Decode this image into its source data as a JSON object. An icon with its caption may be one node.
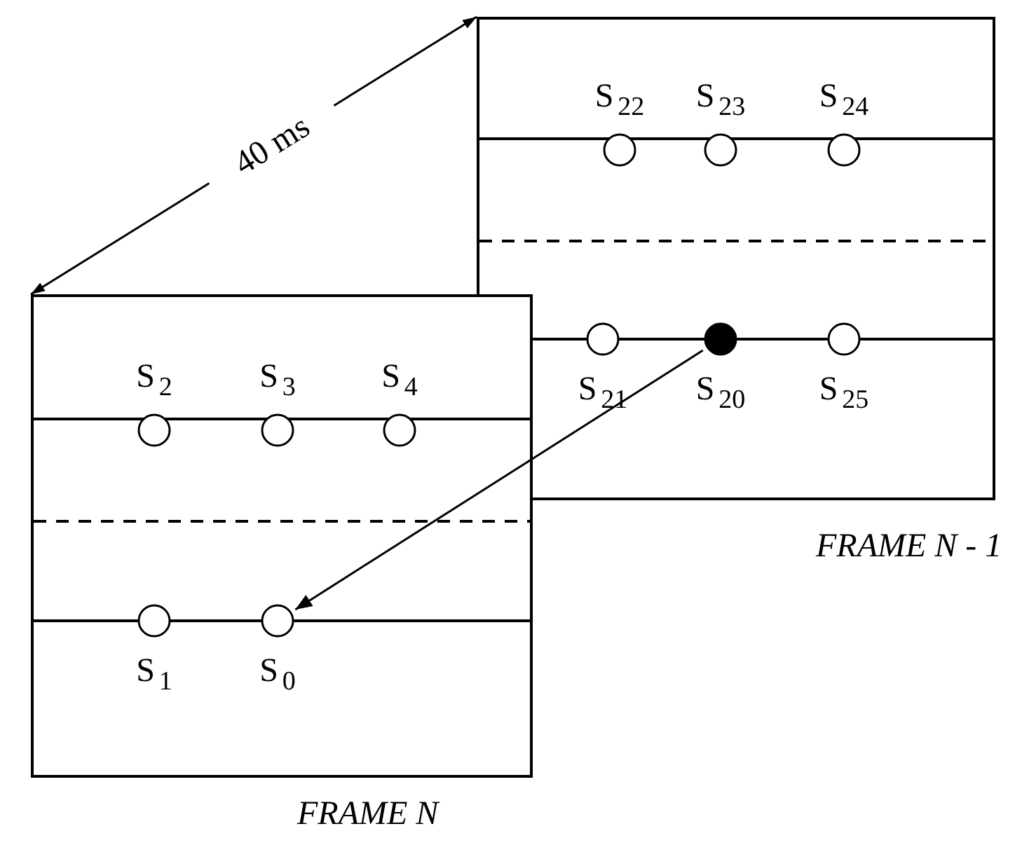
{
  "diagram": {
    "nodes": [
      {
        "text": [],
        "shape": "box",
        "beside": [
          "FRAME N - 1"
        ]
      },
      {
        "text": [
          "S$_{22}$"
        ],
        "in": 0
      },
      {
        "text": [
          "S$_{23}$"
        ],
        "in": 0
      },
      {
        "text": [
          "S$_{24}$"
        ],
        "in": 0
      },
      {
        "text": [
          "S$_{21}$"
        ],
        "in": 0
      },
      {
        "text": [
          "S$_{20}$"
        ],
        "in": 0
      },
      {
        "text": [
          "S$_{25}$"
        ],
        "in": 0
      },
      {
        "text": [],
        "shape": "box",
        "beside": [
          "FRAME N"
        ]
      },
      {
        "text": [
          "S$_{2}$"
        ],
        "in": 7
      },
      {
        "text": [
          "S$_{3}$"
        ],
        "in": 7
      },
      {
        "text": [
          "S$_{4}$"
        ],
        "in": 7
      },
      {
        "text": [
          "S$_{1}$"
        ],
        "in": 7
      },
      {
        "text": [
          "S$_{0}$"
        ],
        "in": 7
      }
    ],
    "edges": [
      {
        "from": 5,
        "to": 12,
        "arrow": "to"
      }
    ],
    "labels": [
      "40 ms"
    ]
  }
}
